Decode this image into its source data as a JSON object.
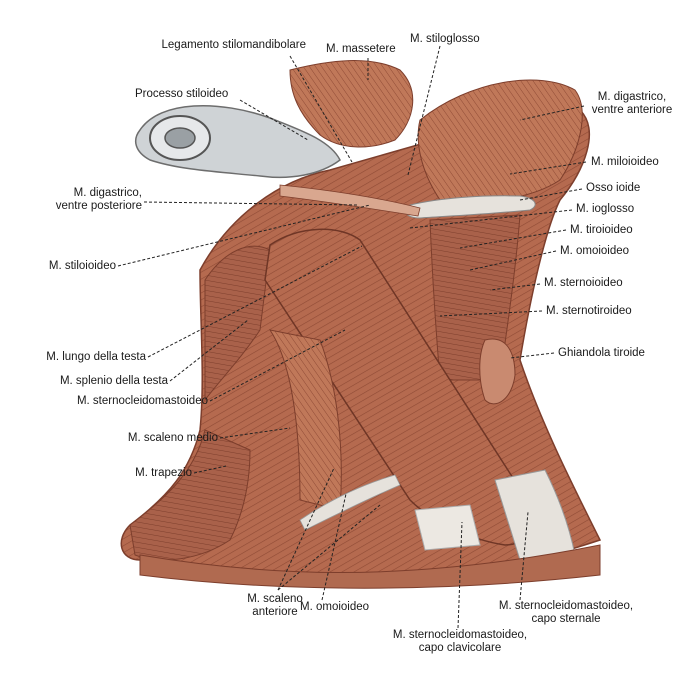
{
  "labels": {
    "legamento_stilomandibolare": "Legamento stilomandibolare",
    "masseter": "M. massetere",
    "stiloglosso": "M. stiloglosso",
    "processo_stiloideo": "Processo stiloideo",
    "digastrico_anteriore_1": "M. digastrico,",
    "digastrico_anteriore_2": "ventre anteriore",
    "miloioideo": "M. miloioideo",
    "osso_ioide": "Osso ioide",
    "ioglosso": "M. ioglosso",
    "digastrico_posteriore_1": "M. digastrico,",
    "digastrico_posteriore_2": "ventre posteriore",
    "tiroioideo": "M. tiroioideo",
    "omoioideo_right": "M. omoioideo",
    "stiloioideo": "M. stiloioideo",
    "sternoioideo": "M. sternoioideo",
    "sternotiroideo": "M. sternotiroideo",
    "ghiandola_tiroide": "Ghiandola tiroide",
    "lungo_della_testa": "M. lungo della testa",
    "splenio_della_testa": "M. splenio della testa",
    "sternocleidomastoideo": "M. sternocleidomastoideo",
    "scaleno_medio": "M. scaleno medio",
    "trapezio": "M. trapezio",
    "scaleno_anteriore_1": "M. scaleno",
    "scaleno_anteriore_2": "anteriore",
    "omoioideo_bottom": "M. omoioideo",
    "scm_clavicolare_1": "M. sternocleidomastoideo,",
    "scm_clavicolare_2": "capo clavicolare",
    "scm_sternale_1": "M. sternocleidomastoideo,",
    "scm_sternale_2": "capo sternale"
  },
  "colors": {
    "muscle_dark": "#8f4a35",
    "muscle_mid": "#b56a4f",
    "muscle_light": "#d08f72",
    "tendon": "#e6e2dc",
    "bone": "#cfd3d6",
    "background": "#ffffff"
  }
}
